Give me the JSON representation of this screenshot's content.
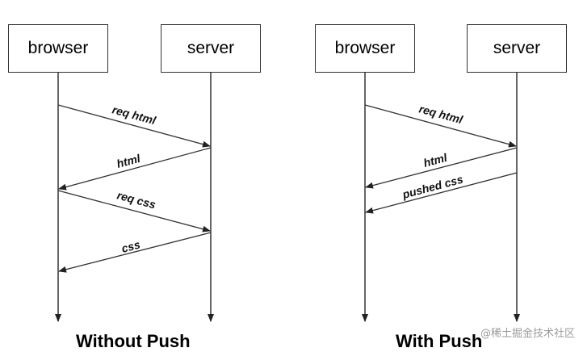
{
  "left_diagram": {
    "actors": [
      "browser",
      "server"
    ],
    "caption": "Without Push",
    "messages": [
      {
        "label": "req html",
        "from": "browser",
        "to": "server"
      },
      {
        "label": "html",
        "from": "server",
        "to": "browser"
      },
      {
        "label": "req css",
        "from": "browser",
        "to": "server"
      },
      {
        "label": "css",
        "from": "server",
        "to": "browser"
      }
    ]
  },
  "right_diagram": {
    "actors": [
      "browser",
      "server"
    ],
    "caption": "With Push",
    "messages": [
      {
        "label": "req html",
        "from": "browser",
        "to": "server"
      },
      {
        "label": "html",
        "from": "server",
        "to": "browser"
      },
      {
        "label": "pushed css",
        "from": "server",
        "to": "browser"
      }
    ]
  },
  "watermark": "@稀土掘金技术社区"
}
